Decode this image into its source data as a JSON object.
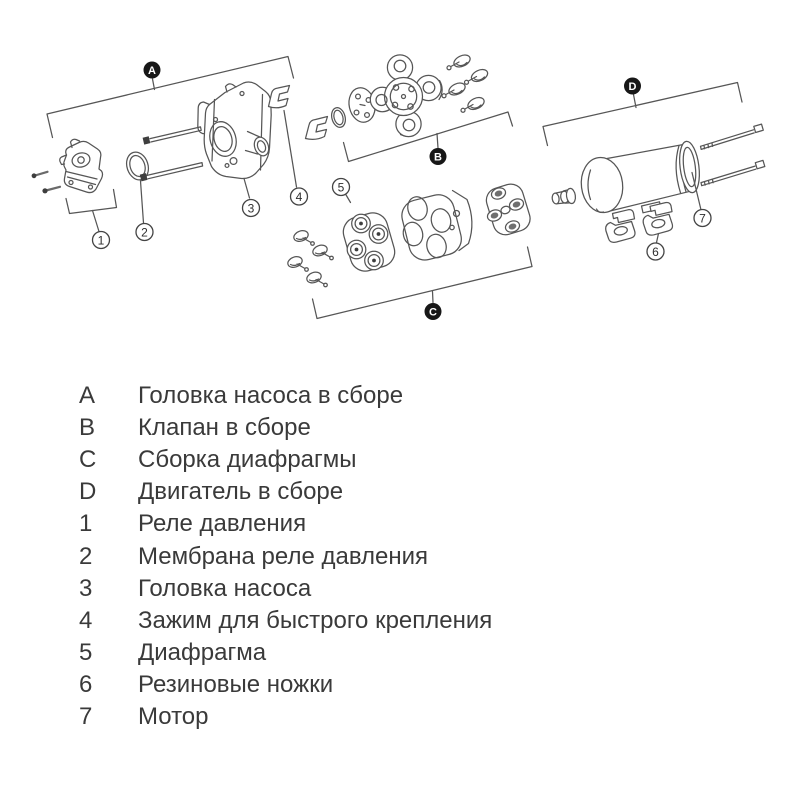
{
  "page": {
    "background": "#ffffff"
  },
  "diagram": {
    "type": "exploded-parts-diagram",
    "subject": "diaphragm pump",
    "colors": {
      "line": "#565656",
      "group_badge_bg": "#171717",
      "group_badge_fg": "#ffffff",
      "part_badge_bg": "#ffffff",
      "part_badge_fg": "#2e2e2e"
    },
    "group_labels": [
      {
        "id": "A"
      },
      {
        "id": "B"
      },
      {
        "id": "C"
      },
      {
        "id": "D"
      }
    ],
    "part_labels": [
      {
        "id": "1"
      },
      {
        "id": "2"
      },
      {
        "id": "3"
      },
      {
        "id": "4"
      },
      {
        "id": "5"
      },
      {
        "id": "6"
      },
      {
        "id": "7"
      }
    ]
  },
  "legend": {
    "rows": [
      {
        "key": "A",
        "text": "Головка насоса в сборе"
      },
      {
        "key": "B",
        "text": "Клапан в сборе"
      },
      {
        "key": "C",
        "text": "Сборка диафрагмы"
      },
      {
        "key": "D",
        "text": "Двигатель в сборе"
      },
      {
        "key": "1",
        "text": "Реле давления"
      },
      {
        "key": "2",
        "text": "Мембрана реле давления"
      },
      {
        "key": "3",
        "text": "Головка насоса"
      },
      {
        "key": "4",
        "text": "Зажим для быстрого крепления"
      },
      {
        "key": "5",
        "text": "Диафрагма"
      },
      {
        "key": "6",
        "text": "Резиновые ножки"
      },
      {
        "key": "7",
        "text": "Мотор"
      }
    ]
  }
}
